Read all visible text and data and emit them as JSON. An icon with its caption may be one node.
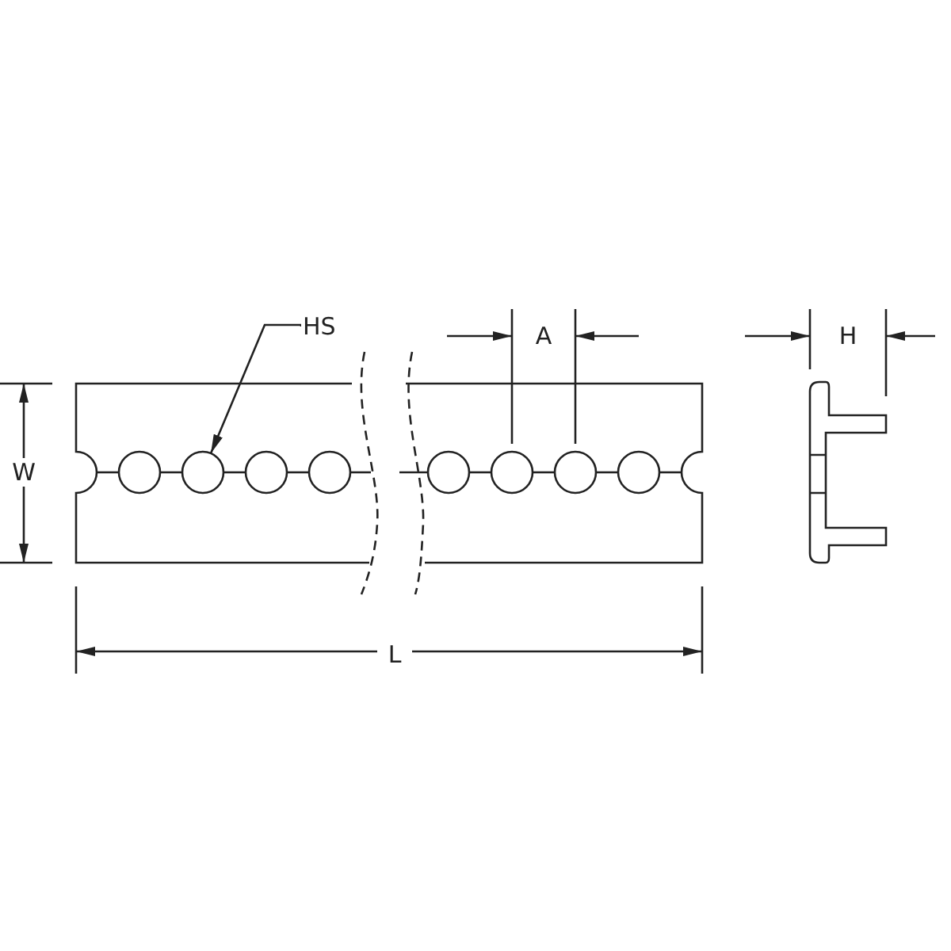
{
  "diagram": {
    "nodes": [
      {
        "text": [
          "HS"
        ]
      },
      {
        "text": [],
        "shape": "circle"
      }
    ],
    "edges": [
      {
        "from": 0,
        "to": 1,
        "arrow": "to"
      }
    ],
    "labels": [
      "W",
      "A",
      "H",
      "L"
    ]
  }
}
